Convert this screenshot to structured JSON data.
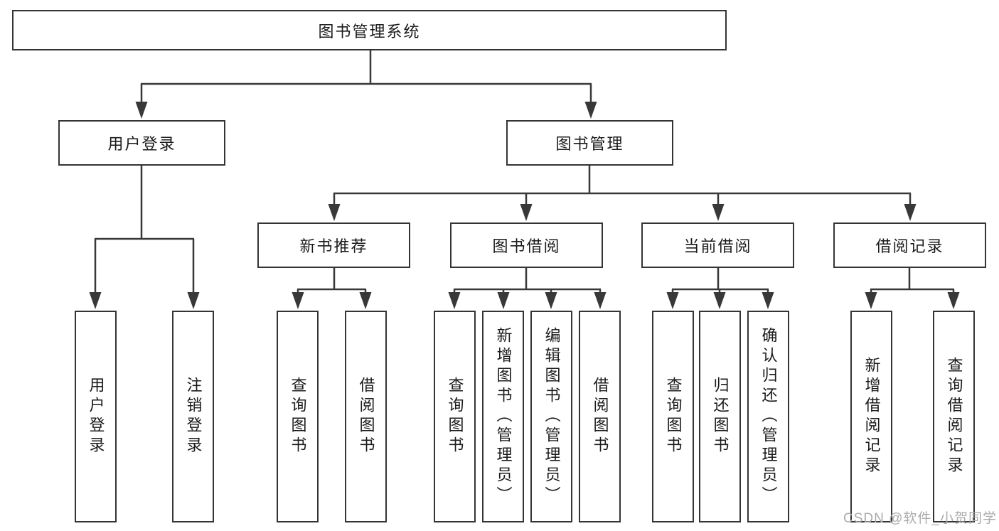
{
  "diagram": {
    "nodes": {
      "root": {
        "label": "图书管理系统"
      },
      "user_login": {
        "label": "用户登录"
      },
      "book_mgmt": {
        "label": "图书管理"
      },
      "new_book_rec": {
        "label": "新书推荐"
      },
      "book_borrow": {
        "label": "图书借阅"
      },
      "current_borrow": {
        "label": "当前借阅"
      },
      "borrow_record": {
        "label": "借阅记录"
      },
      "leaf_user_login": {
        "label": "用户登录"
      },
      "leaf_logout": {
        "label": "注销登录"
      },
      "leaf_nb_query": {
        "label": "查询图书"
      },
      "leaf_nb_borrow": {
        "label": "借阅图书"
      },
      "leaf_bb_query": {
        "label": "查询图书"
      },
      "leaf_bb_add": {
        "label": "新增图书（管理员）"
      },
      "leaf_bb_edit": {
        "label": "编辑图书（管理员）"
      },
      "leaf_bb_borrow": {
        "label": "借阅图书"
      },
      "leaf_cb_query": {
        "label": "查询图书"
      },
      "leaf_cb_return": {
        "label": "归还图书"
      },
      "leaf_cb_confirm": {
        "label": "确认归还（管理员）"
      },
      "leaf_br_add": {
        "label": "新增借阅记录"
      },
      "leaf_br_query": {
        "label": "查询借阅记录"
      }
    },
    "colors": {
      "line": "#383838",
      "border": "#343434",
      "text": "#1b1b1b",
      "watermark": "#ababab"
    }
  },
  "watermark": {
    "text": "CSDN @软件_小贺同学"
  }
}
